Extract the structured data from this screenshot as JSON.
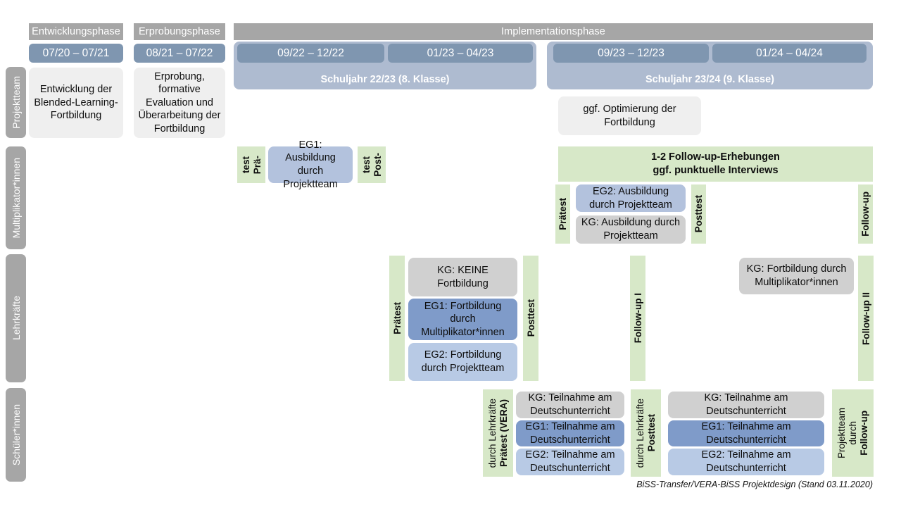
{
  "footer": {
    "text": "BiSS-Transfer/VERA-BiSS Projektdesign (Stand 03.11.2020)"
  },
  "phases": [
    {
      "label": "Entwicklungsphase"
    },
    {
      "label": "Erprobungsphase"
    },
    {
      "label": "Implementationsphase"
    }
  ],
  "periods": [
    {
      "label": "07/20 – 07/21"
    },
    {
      "label": "08/21 – 07/22"
    },
    {
      "label": "09/22 – 12/22"
    },
    {
      "label": "01/23 – 04/23"
    },
    {
      "label": "09/23 – 12/23"
    },
    {
      "label": "01/24 – 04/24"
    }
  ],
  "school_years": [
    {
      "label": "Schuljahr 22/23 (8. Klasse)"
    },
    {
      "label": "Schuljahr 23/24 (9. Klasse)"
    }
  ],
  "rows": [
    {
      "label": "Projektteam"
    },
    {
      "label": "Multiplikator*innen"
    },
    {
      "label": "Lehrkräfte"
    },
    {
      "label": "Schüler*innen"
    }
  ],
  "projektteam": {
    "entwicklung": "Entwicklung der Blended-Learning-Fortbildung",
    "erprobung": "Erprobung, formative Evaluation und Überarbeitung der Fortbildung",
    "optimierung": "ggf. Optimierung der Fortbildung"
  },
  "multiplikatoren": {
    "praetest_1": "Prä-",
    "praetest_2": "test",
    "posttest_1": "Post-",
    "posttest_2": "test",
    "eg1": "EG1: Ausbildung durch Projektteam",
    "followup_banner_line1": "1-2 Follow-up-Erhebungen",
    "followup_banner_line2": "ggf. punktuelle Interviews",
    "praetest_2324": "Prätest",
    "posttest_2324": "Posttest",
    "followup": "Follow-up",
    "eg2": "EG2: Ausbildung durch Projektteam",
    "kg": "KG: Ausbildung durch Projektteam"
  },
  "lehrkraefte": {
    "praetest": "Prätest",
    "posttest": "Posttest",
    "followup_1": "Follow-up I",
    "followup_2": "Follow-up II",
    "kg_keine": "KG:  KEINE Fortbildung",
    "eg1": "EG1: Fortbildung durch Multiplikator*innen",
    "eg2": "EG2: Fortbildung durch Projektteam",
    "kg_fortbildung": "KG: Fortbildung durch Multiplikator*innen"
  },
  "schueler": {
    "praetest_bold": "Prätest (VERA)",
    "praetest_sub": "durch Lehrkräfte",
    "posttest_bold": "Posttest",
    "posttest_sub": "durch Lehrkräfte",
    "followup_bold": "Follow-up",
    "followup_sub1": "durch",
    "followup_sub2": "Projektteam",
    "kg": "KG: Teilnahme am Deutschunterricht",
    "eg1": "EG1: Teilnahme am Deutschunterricht",
    "eg2": "EG2: Teilnahme am Deutschunterricht"
  },
  "colors": {
    "grey_header": "#a6a6a6",
    "date_pill": "#7f96b0",
    "year_band": "#aebbd0",
    "green": "#d7e8c8",
    "box_grey": "#efefef",
    "box_grey_dark": "#d0d0d0",
    "eg1_blue": "#7f9bc9",
    "eg2_blue": "#b8cae5",
    "mid_blue": "#b3c2dd"
  }
}
